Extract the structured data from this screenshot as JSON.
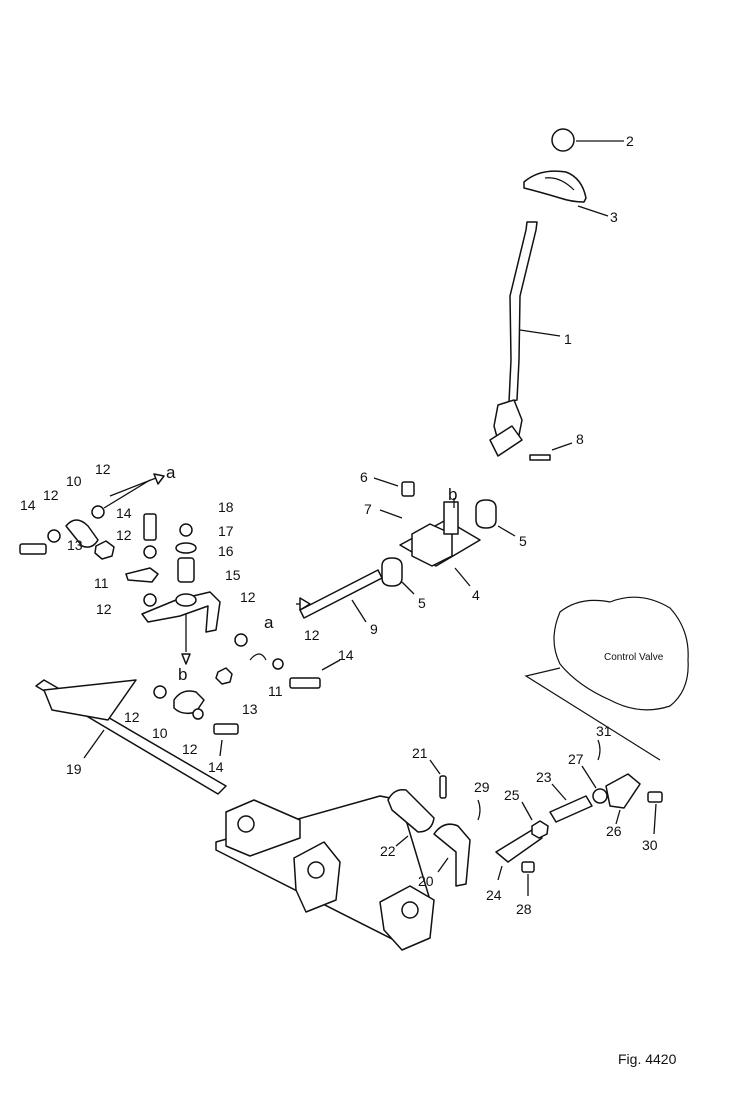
{
  "figure": {
    "figure_number": "Fig. 4420",
    "control_valve_label": "Control Valve",
    "view_markers": [
      "a",
      "b",
      "a",
      "b"
    ],
    "part_callouts": [
      "1",
      "2",
      "3",
      "4",
      "5",
      "5",
      "6",
      "7",
      "8",
      "9",
      "10",
      "10",
      "11",
      "11",
      "12",
      "12",
      "12",
      "12",
      "12",
      "12",
      "12",
      "12",
      "13",
      "13",
      "14",
      "14",
      "14",
      "14",
      "15",
      "16",
      "17",
      "18",
      "19",
      "20",
      "21",
      "22",
      "23",
      "24",
      "25",
      "26",
      "27",
      "28",
      "29",
      "30",
      "31"
    ]
  }
}
